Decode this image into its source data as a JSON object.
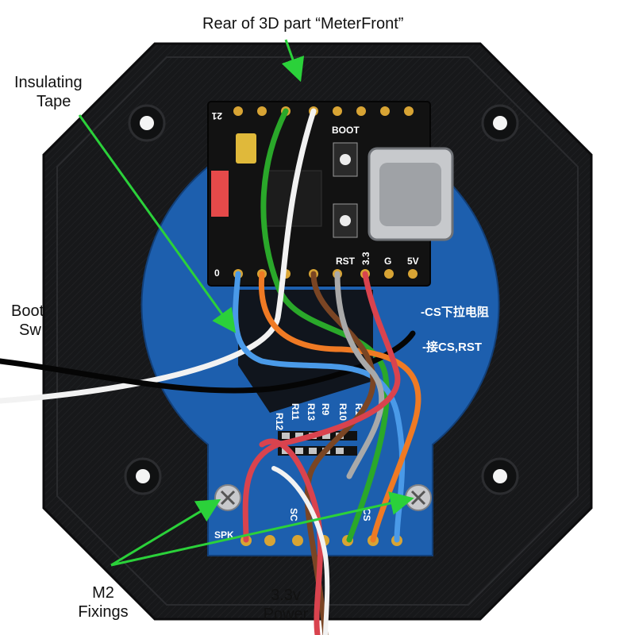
{
  "labels": {
    "rear_part": "Rear of 3D part “MeterFront”",
    "insulating_tape_line1": "Insulating",
    "insulating_tape_line2": "Tape",
    "boot_sw_line1": "Boot",
    "boot_sw_line2": "Sw",
    "m2_fixings_line1": "M2",
    "m2_fixings_line2": "Fixings",
    "power_line1": "3.3v",
    "power_line2": "Power"
  },
  "board": {
    "boot_label": "BOOT",
    "rst_label": "RST",
    "v33_label": "3.3",
    "g_label": "G",
    "v5_label": "5V",
    "pin_21": "21",
    "pin_0": "0",
    "note_cs_pulldown": "-CS下拉电阻",
    "note_cs_rst": "-接CS,RST",
    "resistors_top": [
      "R14",
      "R9"
    ],
    "resistors_mid": [
      "R13",
      "R10",
      "R11"
    ],
    "resistor_left": "R12",
    "spk_label": "SPK",
    "sc_label": "SC",
    "cs_label": "CS"
  },
  "colors": {
    "enclosure": "#151618",
    "pcb_blue": "#1d5fae",
    "mcu_board": "#121212",
    "callout_arrow": "#2bd13a"
  }
}
